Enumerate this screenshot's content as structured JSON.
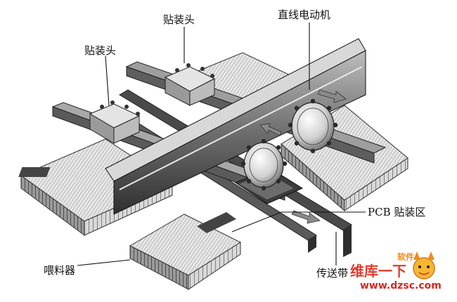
{
  "labels": {
    "head_top": "贴装头",
    "head_left": "贴装头",
    "linear_motor": "直线电动机",
    "pcb_area": "PCB 贴装区",
    "feeder": "喂料器",
    "conveyor": "传送带"
  },
  "watermark": {
    "brand_small": "软件",
    "brand_cn": "维库一下",
    "url": "www.dzsc.com"
  },
  "colors": {
    "ink": "#111111",
    "shade_dark": "#3a3a3a",
    "shade_mid": "#8a8a8a",
    "shade_light": "#cfcfcf",
    "watermark_red": "#e23a2d",
    "watermark_orange": "#f08a1f"
  }
}
